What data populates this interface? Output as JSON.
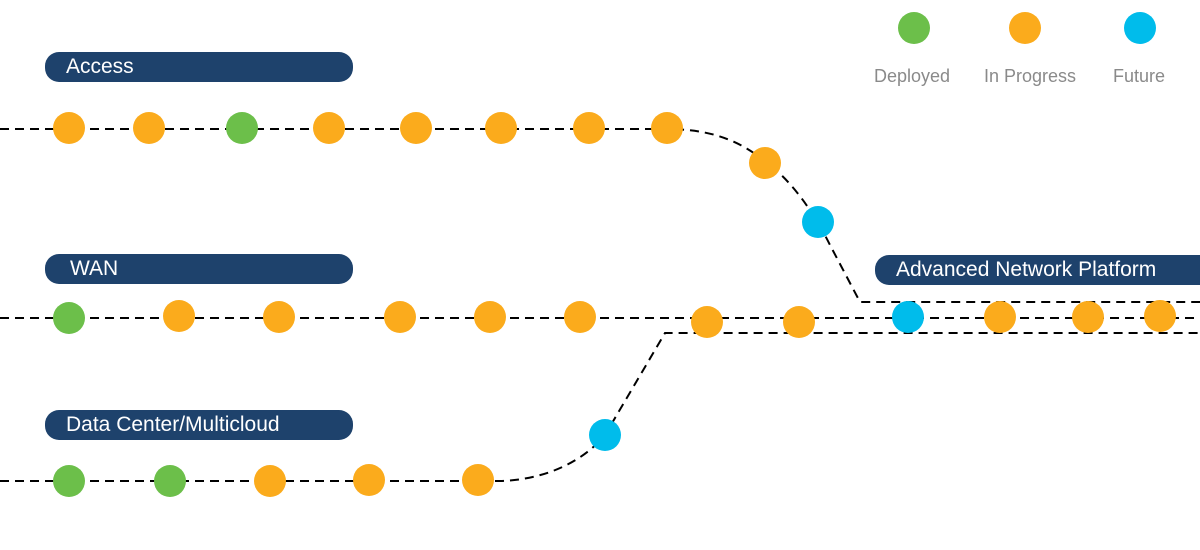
{
  "colors": {
    "deployed": "#6cbf4a",
    "in_progress": "#fbab1c",
    "future": "#00bceb",
    "label_bg": "#1e426c"
  },
  "legend": [
    {
      "key": "deployed",
      "label": "Deployed"
    },
    {
      "key": "in_progress",
      "label": "In Progress"
    },
    {
      "key": "future",
      "label": "Future"
    }
  ],
  "tracks": {
    "access": {
      "label": "Access",
      "milestones": [
        "in_progress",
        "in_progress",
        "deployed",
        "in_progress",
        "in_progress",
        "in_progress",
        "in_progress",
        "in_progress",
        "in_progress",
        "future"
      ]
    },
    "wan": {
      "label": "WAN",
      "milestones": [
        "deployed",
        "in_progress",
        "in_progress",
        "in_progress",
        "in_progress",
        "in_progress",
        "in_progress",
        "in_progress"
      ]
    },
    "datacenter": {
      "label": "Data Center/Multicloud",
      "milestones": [
        "deployed",
        "deployed",
        "in_progress",
        "in_progress",
        "in_progress",
        "future"
      ]
    },
    "platform": {
      "label": "Advanced Network Platform",
      "milestones": [
        "future",
        "in_progress",
        "in_progress",
        "in_progress"
      ]
    }
  }
}
